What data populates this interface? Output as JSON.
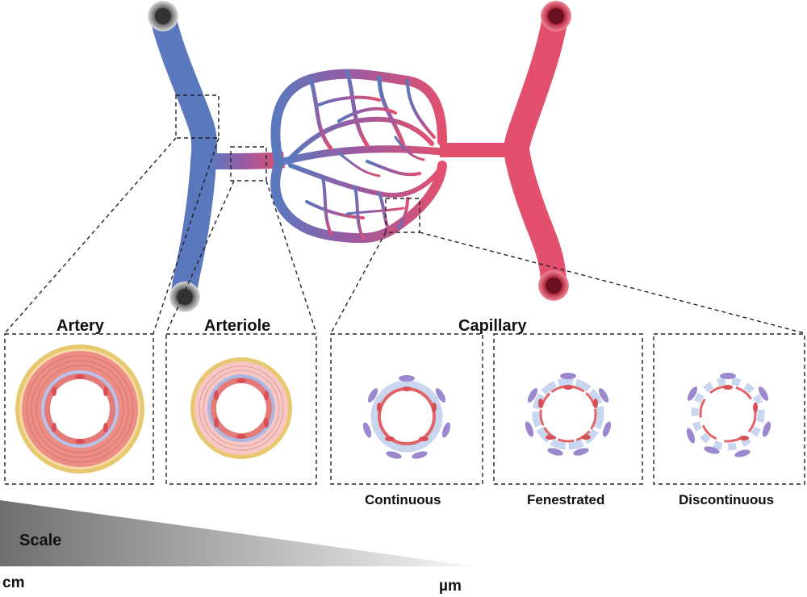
{
  "labels": {
    "artery": "Artery",
    "arteriole": "Arteriole",
    "capillary": "Capillary",
    "continuous": "Continuous",
    "fenestrated": "Fenestrated",
    "discontinuous": "Discontinuous",
    "scale": "Scale",
    "scale_left_unit": "cm",
    "scale_right_unit": "µm"
  },
  "colors": {
    "vein_blue": "#5a78bd",
    "artery_red": "#e2506e",
    "network_mid": "#9a5aa2",
    "adventitia": "#e8c86e",
    "smooth_muscle": "#ec8e86",
    "endothelium": "#c9d6ef",
    "endothelial_nuclei": "#d94f57",
    "pericyte": "#9c88cf",
    "scale_dark": "#6e6e6e",
    "scale_light": "#f4f4f4"
  }
}
